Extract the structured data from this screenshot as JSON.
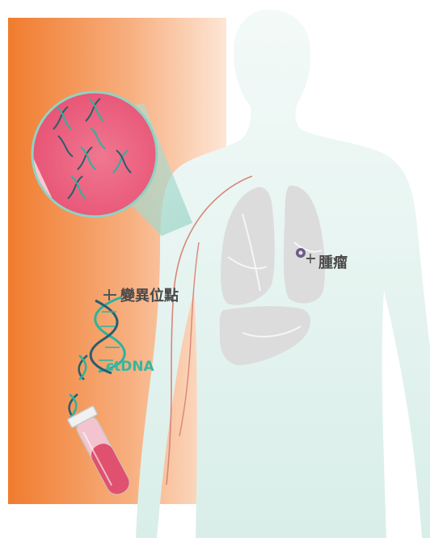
{
  "labels": {
    "mutation_site": "變異位點",
    "tumor": "腫瘤",
    "ctdna": "ctDNA"
  },
  "colors": {
    "orange": "#f28235",
    "body_fill": "#e6f3f0",
    "lung": "#dedede",
    "vessel": "#d8867a",
    "blood_vessel_zoom": "#ee5d7c",
    "dna_teal": "#2bb39e",
    "dna_dark": "#2a5d6e",
    "ctdna_text": "#34b8a0"
  }
}
